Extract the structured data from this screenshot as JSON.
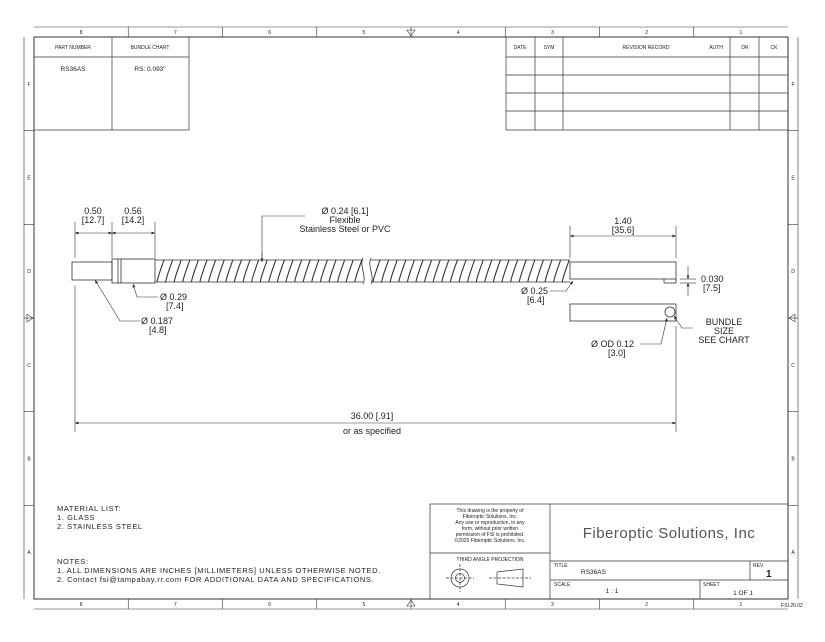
{
  "border": {
    "col_labels_top": [
      "8",
      "7",
      "6",
      "5",
      "4",
      "3",
      "2",
      "1"
    ],
    "col_labels_bottom": [
      "8",
      "7",
      "6",
      "5",
      "4",
      "3",
      "2",
      "1"
    ],
    "row_labels": [
      "F",
      "E",
      "D",
      "C",
      "B",
      "A"
    ],
    "drawing_code": "FSI.26.02"
  },
  "part_block": {
    "part_number_header": "PART NUMBER",
    "bundle_chart_header": "BUNDLE CHART",
    "part_number": "RS36AS",
    "bundle_value": "RS: 0.093\""
  },
  "revision_block": {
    "headers": [
      "DATE",
      "SYM",
      "REVISION RECORD",
      "AUTH",
      "DR",
      "CK"
    ]
  },
  "dimensions": {
    "d_050": "0.50",
    "d_050_mm": "[12.7]",
    "d_056": "0.56",
    "d_056_mm": "[14.2]",
    "flex_dia": "Ø 0.24 [6.1]",
    "flex_line1": "Flexible",
    "flex_line2": "Stainless Steel or PVC",
    "d_140": "1.40",
    "d_140_mm": "[35.6]",
    "d_0030": "0.030",
    "d_0030_mm": "[7.5]",
    "d_029": "Ø 0.29",
    "d_029_mm": "[7.4]",
    "d_0187": "Ø 0.187",
    "d_0187_mm": "[4.8]",
    "d_025": "Ø 0.25",
    "d_025_mm": "[6.4]",
    "bundle_line1": "BUNDLE",
    "bundle_line2": "SIZE",
    "bundle_line3": "SEE CHART",
    "od": "Ø OD 0.12",
    "od_mm": "[3.0]",
    "length": "36.00 [.91]",
    "length_note": "or as specified"
  },
  "material": {
    "title": "MATERIAL LIST:",
    "items": [
      "1.   GLASS",
      "2.   STAINLESS STEEL"
    ]
  },
  "notes": {
    "title": "NOTES:",
    "items": [
      "1.   ALL DIMENSIONS ARE INCHES [MILLIMETERS] UNLESS OTHERWISE NOTED.",
      "2.   Contact fsi@tampabay.rr.com FOR ADDITIONAL DATA AND SPECIFICATIONS."
    ]
  },
  "title_block": {
    "property_lines": [
      "This drawing is the property of",
      "Fiberoptic Solutions, Inc.",
      "Any use or reproduction, in any",
      "form, without prior written",
      "permission of FSI is prohibited.",
      "©2025 Fiberoptic Solutions, Inc."
    ],
    "projection": "THIRD ANGLE PROJECTION",
    "company": "Fiberoptic Solutions, Inc",
    "title_label": "TITLE",
    "title_value": "RS36AS",
    "rev_label": "REV",
    "rev_value": "1",
    "scale_label": "SCALE",
    "scale_value": "1 : 1",
    "sheet_label": "SHEET",
    "sheet_value": "1  OF 1"
  }
}
